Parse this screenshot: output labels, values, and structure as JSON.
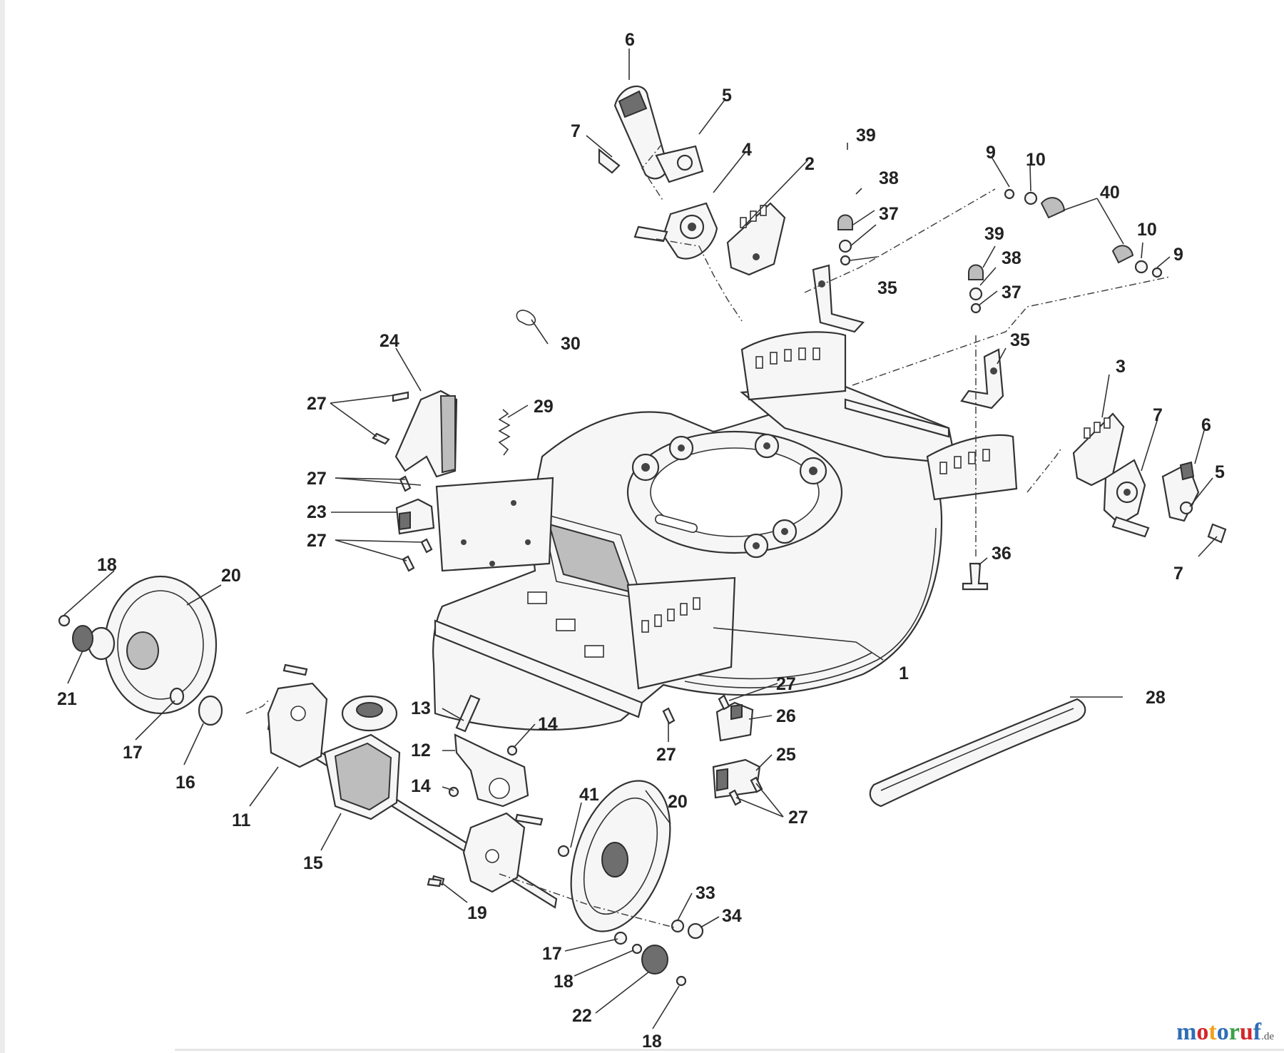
{
  "diagram": {
    "watermark": {
      "brand": "motoruf",
      "tld": ".de",
      "letters": [
        {
          "ch": "m",
          "color": "#2f6db5"
        },
        {
          "ch": "o",
          "color": "#d4262a"
        },
        {
          "ch": "t",
          "color": "#f0a21a"
        },
        {
          "ch": "o",
          "color": "#2f6db5"
        },
        {
          "ch": "r",
          "color": "#3aa047"
        },
        {
          "ch": "u",
          "color": "#d4262a"
        },
        {
          "ch": "f",
          "color": "#2f6db5"
        }
      ]
    },
    "parts": [
      {
        "id": "p1",
        "number": "1"
      },
      {
        "id": "p2",
        "number": "2"
      },
      {
        "id": "p3",
        "number": "3"
      },
      {
        "id": "p4",
        "number": "4"
      },
      {
        "id": "p5a",
        "number": "5"
      },
      {
        "id": "p5b",
        "number": "5"
      },
      {
        "id": "p6a",
        "number": "6"
      },
      {
        "id": "p6b",
        "number": "6"
      },
      {
        "id": "p7a",
        "number": "7"
      },
      {
        "id": "p7b",
        "number": "7"
      },
      {
        "id": "p7c",
        "number": "7"
      },
      {
        "id": "p9a",
        "number": "9"
      },
      {
        "id": "p9b",
        "number": "9"
      },
      {
        "id": "p10a",
        "number": "10"
      },
      {
        "id": "p10b",
        "number": "10"
      },
      {
        "id": "p11",
        "number": "11"
      },
      {
        "id": "p12",
        "number": "12"
      },
      {
        "id": "p13",
        "number": "13"
      },
      {
        "id": "p14a",
        "number": "14"
      },
      {
        "id": "p14b",
        "number": "14"
      },
      {
        "id": "p15",
        "number": "15"
      },
      {
        "id": "p16",
        "number": "16"
      },
      {
        "id": "p17a",
        "number": "17"
      },
      {
        "id": "p17b",
        "number": "17"
      },
      {
        "id": "p18a",
        "number": "18"
      },
      {
        "id": "p18b",
        "number": "18"
      },
      {
        "id": "p18c",
        "number": "18"
      },
      {
        "id": "p19",
        "number": "19"
      },
      {
        "id": "p20a",
        "number": "20"
      },
      {
        "id": "p20b",
        "number": "20"
      },
      {
        "id": "p21",
        "number": "21"
      },
      {
        "id": "p22",
        "number": "22"
      },
      {
        "id": "p23",
        "number": "23"
      },
      {
        "id": "p24",
        "number": "24"
      },
      {
        "id": "p25",
        "number": "25"
      },
      {
        "id": "p26",
        "number": "26"
      },
      {
        "id": "p27a",
        "number": "27"
      },
      {
        "id": "p27b",
        "number": "27"
      },
      {
        "id": "p27c",
        "number": "27"
      },
      {
        "id": "p27d",
        "number": "27"
      },
      {
        "id": "p27e",
        "number": "27"
      },
      {
        "id": "p27f",
        "number": "27"
      },
      {
        "id": "p28",
        "number": "28"
      },
      {
        "id": "p29",
        "number": "29"
      },
      {
        "id": "p30",
        "number": "30"
      },
      {
        "id": "p33",
        "number": "33"
      },
      {
        "id": "p34",
        "number": "34"
      },
      {
        "id": "p35a",
        "number": "35"
      },
      {
        "id": "p35b",
        "number": "35"
      },
      {
        "id": "p36",
        "number": "36"
      },
      {
        "id": "p37a",
        "number": "37"
      },
      {
        "id": "p37b",
        "number": "37"
      },
      {
        "id": "p38a",
        "number": "38"
      },
      {
        "id": "p38b",
        "number": "38"
      },
      {
        "id": "p39a",
        "number": "39"
      },
      {
        "id": "p39b",
        "number": "39"
      },
      {
        "id": "p40",
        "number": "40"
      },
      {
        "id": "p41",
        "number": "41"
      }
    ]
  }
}
